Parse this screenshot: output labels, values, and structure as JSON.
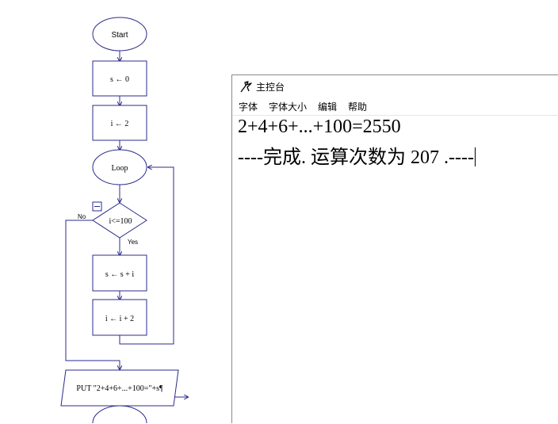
{
  "flowchart": {
    "start_label": "Start",
    "s_init_label": "s ← 0",
    "i_init_label": "i ← 2",
    "loop_label": "Loop",
    "condition_label": "i<=100",
    "yes_label": "Yes",
    "no_label": "No",
    "accumulate_label": "s ← s + i",
    "increment_label": "i ← i + 2",
    "output_label": "PUT \"2+4+6+...+100=\"+s¶"
  },
  "console": {
    "title": "主控台",
    "menu": [
      {
        "label": "字体"
      },
      {
        "label": "字体大小"
      },
      {
        "label": "编辑"
      },
      {
        "label": "帮助"
      }
    ],
    "output_lines": [
      "2+4+6+...+100=2550",
      "----完成. 运算次数为  207 .----"
    ]
  },
  "colors": {
    "flow_stroke": "#2b2b8c",
    "text": "#000000",
    "window_border": "#8a8a8a"
  }
}
